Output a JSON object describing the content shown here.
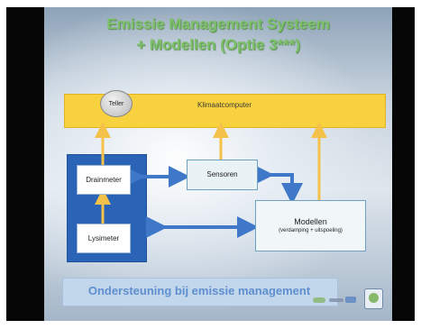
{
  "slide": {
    "title_line1": "Emissie Management Systeem",
    "title_line2": "+ Modellen (Optie 3***)",
    "footer_text": "Ondersteuning bij emissie management"
  },
  "diagram": {
    "nodes": {
      "teller": "Teller",
      "klimaatcomputer": "Klimaatcomputer",
      "drainmeter": "Drainmeter",
      "lysimeter": "Lysimeter",
      "sensoren": "Sensoren",
      "modellen": "Modellen",
      "modellen_sub": "(verdamping + uitspoeling)"
    },
    "colors": {
      "title": "#7cc06a",
      "bar": "#f8d23e",
      "panel": "#2b63b7",
      "arrow_yellow": "#f4c24a",
      "arrow_blue": "#3f78c8",
      "footer": "#5f8fce"
    }
  },
  "icons": {
    "footer_logo": "partner-logos",
    "corner_logo": "plant-logo-icon"
  }
}
